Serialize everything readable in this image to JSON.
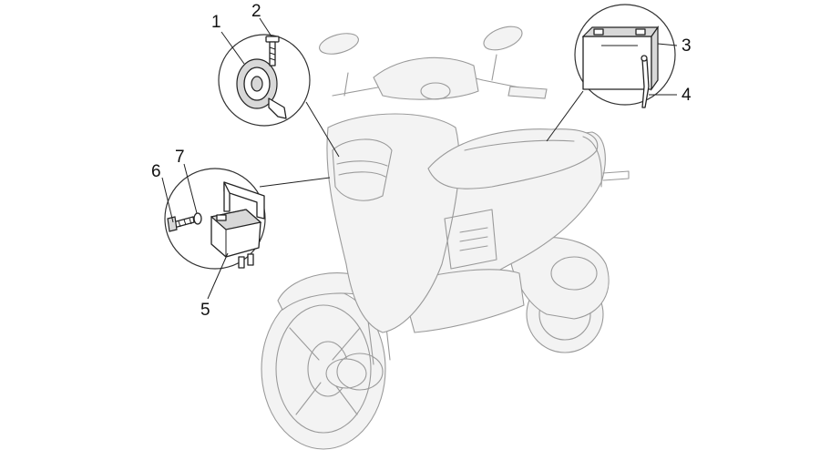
{
  "diagram": {
    "callouts": [
      {
        "id": "1",
        "label": "1"
      },
      {
        "id": "2",
        "label": "2"
      },
      {
        "id": "3",
        "label": "3"
      },
      {
        "id": "4",
        "label": "4"
      },
      {
        "id": "5",
        "label": "5"
      },
      {
        "id": "6",
        "label": "6"
      },
      {
        "id": "7",
        "label": "7"
      }
    ]
  },
  "colors": {
    "outline": "#9a9a9a",
    "parts": "#222222",
    "background": "#ffffff"
  },
  "icons": {
    "horn": "horn-icon",
    "battery": "battery-icon",
    "relay": "relay-icon",
    "scooter": "scooter-illustration"
  }
}
